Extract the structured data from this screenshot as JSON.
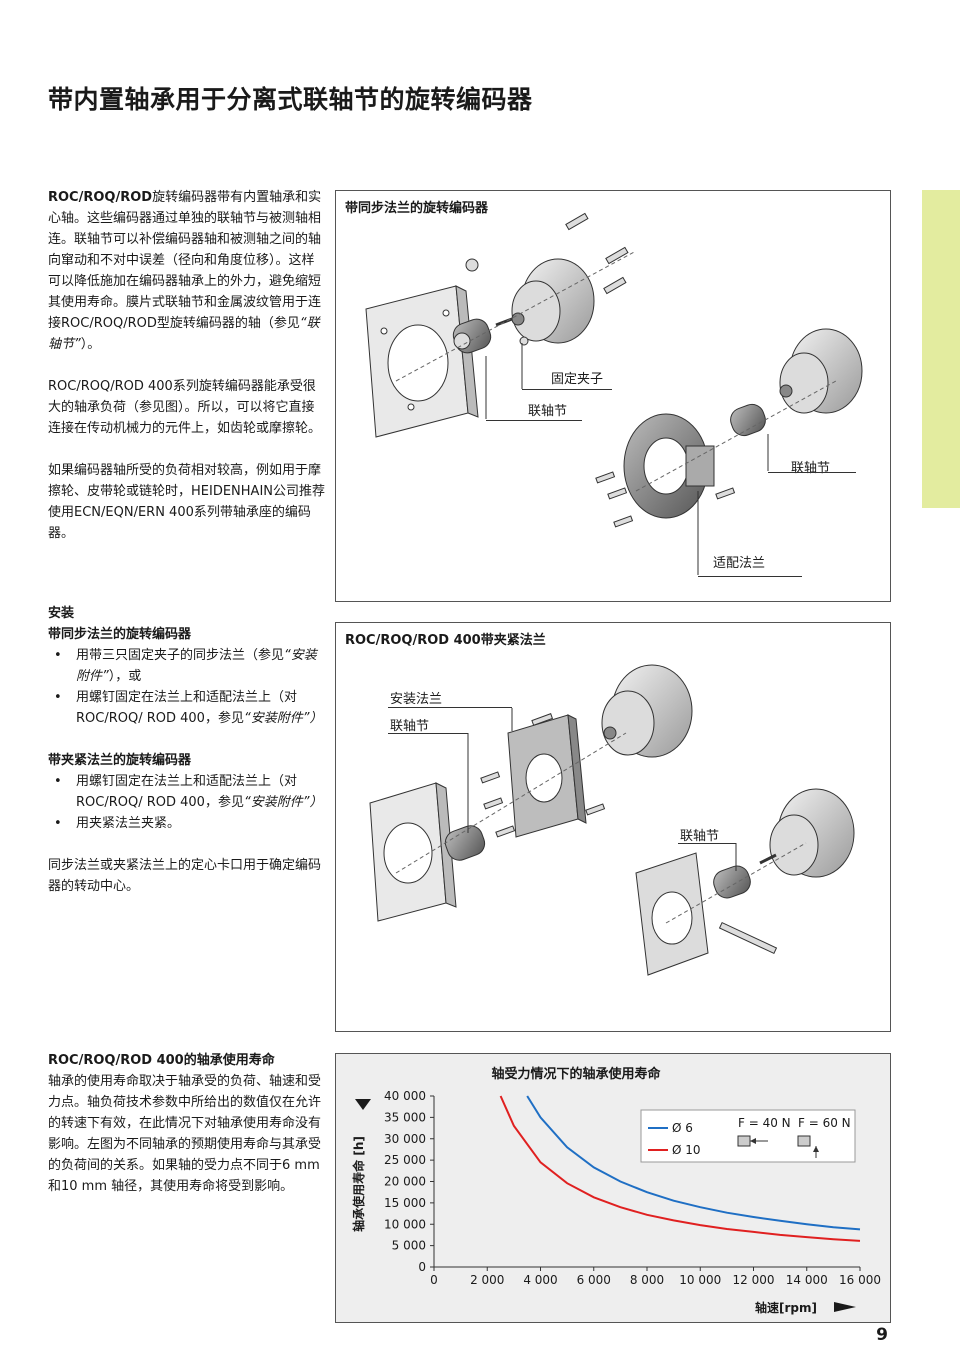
{
  "page": {
    "title": "带内置轴承用于分离式联轴节的旋转编码器",
    "number": "9"
  },
  "intro": {
    "p1_bold": "ROC/ROQ/ROD",
    "p1_rest": "旋转编码器带有内置轴承和实心轴。这些编码器通过单独的联轴节与被测轴相连。联轴节可以补偿编码器轴和被测轴之间的轴向窜动和不对中误差（径向和角度位移）。这样可以降低施加在编码器轴承上的外力，避免缩短其使用寿命。膜片式联轴节和金属波纹管用于连接ROC/ROQ/ROD型旋转编码器的轴（参见",
    "p1_link": "“联轴节”",
    "p1_end": "）。",
    "p2": "ROC/ROQ/ROD 400系列旋转编码器能承受很大的轴承负荷（参见图）。所以，可以将它直接连接在传动机械力的元件上，如齿轮或摩擦轮。",
    "p3": "如果编码器轴所受的负荷相对较高，例如用于摩擦轮、皮带轮或链轮时，HEIDENHAIN公司推荐使用ECN/EQN/ERN 400系列带轴承座的编码器。"
  },
  "install": {
    "heading": "安装",
    "sync_heading": "带同步法兰的旋转编码器",
    "sync_b1": "用带三只固定夹子的同步法兰（参见",
    "sync_b1_link": "“安装附件”",
    "sync_b1_end": "），或",
    "sync_b2": "用螺钉固定在法兰上和适配法兰上（对ROC/ROQ/ ROD 400，参见",
    "sync_b2_link": "“安装附件”",
    "sync_b2_end": "）",
    "clamp_heading": "带夹紧法兰的旋转编码器",
    "clamp_b1": "用螺钉固定在法兰上和适配法兰上（对ROC/ROQ/ ROD 400，参见",
    "clamp_b1_link": "“安装附件”",
    "clamp_b1_end": "）",
    "clamp_b2": "用夹紧法兰夹紧。",
    "note": "同步法兰或夹紧法兰上的定心卡口用于确定编码器的转动中心。"
  },
  "bearing": {
    "heading": "ROC/ROQ/ROD 400的轴承使用寿命",
    "text": "轴承的使用寿命取决于轴承受的负荷、轴速和受力点。轴负荷技术参数中所给出的数值仅在允许的转速下有效，在此情况下对轴承使用寿命没有影响。左图为不同轴承的预期使用寿命与其承受的负荷间的关系。如果轴的受力点不同于6 mm和10 mm 轴径，其使用寿命将受到影响。"
  },
  "figure_sync": {
    "title": "带同步法兰的旋转编码器",
    "label_clamp": "固定夹子",
    "label_coupling1": "联轴节",
    "label_coupling2": "联轴节",
    "label_adapter": "适配法兰"
  },
  "figure_clamp": {
    "title": "ROC/ROQ/ROD 400带夹紧法兰",
    "label_mount": "安装法兰",
    "label_coupling1": "联轴节",
    "label_coupling2": "联轴节"
  },
  "chart_data": {
    "type": "line",
    "title": "轴受力情况下的轴承使用寿命",
    "xlabel": "轴速[rpm]",
    "ylabel": "轴承使用寿命 [h]",
    "xlim": [
      0,
      16000
    ],
    "ylim": [
      0,
      40000
    ],
    "xticks": [
      "0",
      "2 000",
      "4 000",
      "6 000",
      "8 000",
      "10 000",
      "12 000",
      "14 000",
      "16 000"
    ],
    "yticks": [
      "0",
      "5 000",
      "10 000",
      "15 000",
      "20 000",
      "25 000",
      "30 000",
      "35 000",
      "40 000"
    ],
    "grid": false,
    "legend_position": "top-right",
    "force_labels": [
      "F = 40 N",
      "F = 60 N"
    ],
    "series": [
      {
        "name": "Ø 6",
        "color": "#1f6fc4",
        "x": [
          3500,
          4000,
          5000,
          6000,
          7000,
          8000,
          9000,
          10000,
          11000,
          12000,
          13000,
          14000,
          15000,
          16000
        ],
        "y": [
          40000,
          35000,
          28000,
          23300,
          20000,
          17500,
          15500,
          14000,
          12700,
          11700,
          10800,
          10000,
          9300,
          8800
        ]
      },
      {
        "name": "Ø 10",
        "color": "#e02020",
        "x": [
          2500,
          3000,
          4000,
          5000,
          6000,
          7000,
          8000,
          9000,
          10000,
          11000,
          12000,
          13000,
          14000,
          15000,
          16000
        ],
        "y": [
          40000,
          33000,
          24500,
          19600,
          16300,
          14000,
          12200,
          10900,
          9800,
          8900,
          8200,
          7500,
          7000,
          6500,
          6100
        ]
      }
    ]
  }
}
